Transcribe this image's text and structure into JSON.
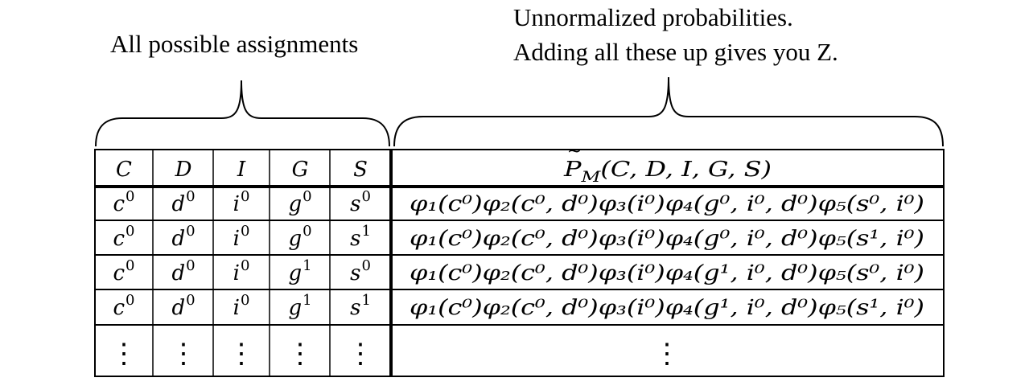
{
  "captions": {
    "left": "All possible assignments",
    "right_line1": "Unnormalized probabilities.",
    "right_line2": "Adding all these up gives you Z."
  },
  "table": {
    "variables": [
      "C",
      "D",
      "I",
      "G",
      "S"
    ],
    "product_header": {
      "symbol": "P",
      "tilde": "~",
      "subscript": "M",
      "args": "(C, D, I, G, S)"
    },
    "rows": [
      {
        "assignment": [
          {
            "base": "c",
            "sup": "0"
          },
          {
            "base": "d",
            "sup": "0"
          },
          {
            "base": "i",
            "sup": "0"
          },
          {
            "base": "g",
            "sup": "0"
          },
          {
            "base": "s",
            "sup": "0"
          }
        ],
        "product": "φ₁(c⁰)φ₂(c⁰, d⁰)φ₃(i⁰)φ₄(g⁰, i⁰, d⁰)φ₅(s⁰, i⁰)"
      },
      {
        "assignment": [
          {
            "base": "c",
            "sup": "0"
          },
          {
            "base": "d",
            "sup": "0"
          },
          {
            "base": "i",
            "sup": "0"
          },
          {
            "base": "g",
            "sup": "0"
          },
          {
            "base": "s",
            "sup": "1"
          }
        ],
        "product": "φ₁(c⁰)φ₂(c⁰, d⁰)φ₃(i⁰)φ₄(g⁰, i⁰, d⁰)φ₅(s¹, i⁰)"
      },
      {
        "assignment": [
          {
            "base": "c",
            "sup": "0"
          },
          {
            "base": "d",
            "sup": "0"
          },
          {
            "base": "i",
            "sup": "0"
          },
          {
            "base": "g",
            "sup": "1"
          },
          {
            "base": "s",
            "sup": "0"
          }
        ],
        "product": "φ₁(c⁰)φ₂(c⁰, d⁰)φ₃(i⁰)φ₄(g¹, i⁰, d⁰)φ₅(s⁰, i⁰)"
      },
      {
        "assignment": [
          {
            "base": "c",
            "sup": "0"
          },
          {
            "base": "d",
            "sup": "0"
          },
          {
            "base": "i",
            "sup": "0"
          },
          {
            "base": "g",
            "sup": "1"
          },
          {
            "base": "s",
            "sup": "1"
          }
        ],
        "product": "φ₁(c⁰)φ₂(c⁰, d⁰)φ₃(i⁰)φ₄(g¹, i⁰, d⁰)φ₅(s¹, i⁰)"
      }
    ],
    "continuation": "⋮"
  }
}
